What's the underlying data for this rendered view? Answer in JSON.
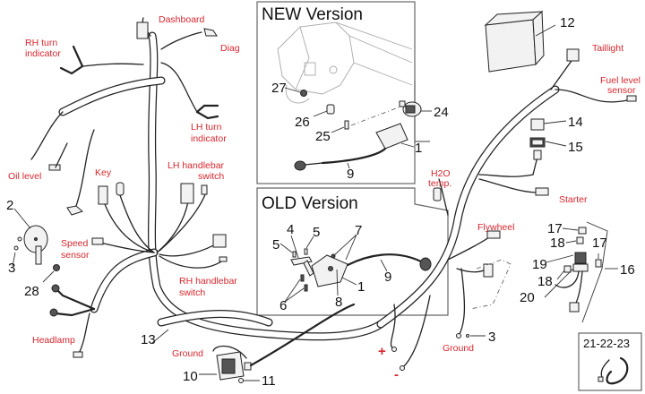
{
  "diagram": {
    "title": "Wiring harness exploded parts diagram",
    "insets": {
      "new_version": {
        "title": "NEW Version",
        "part_numbers": [
          "27",
          "26",
          "25",
          "24",
          "1",
          "9"
        ]
      },
      "old_version": {
        "title": "OLD Version",
        "part_numbers": [
          "4",
          "5",
          "5",
          "7",
          "6",
          "8",
          "1",
          "9"
        ]
      }
    },
    "connector_labels": [
      {
        "id": "dashboard",
        "text": "Dashboard"
      },
      {
        "id": "diag",
        "text": "Diag"
      },
      {
        "id": "rh-turn-indicator",
        "lines": [
          "RH turn",
          "indicator"
        ]
      },
      {
        "id": "lh-turn-indicator",
        "lines": [
          "LH turn",
          "indicator"
        ]
      },
      {
        "id": "oil-level",
        "text": "Oil level"
      },
      {
        "id": "key",
        "text": "Key"
      },
      {
        "id": "lh-handlebar-switch",
        "lines": [
          "LH handlebar",
          "switch"
        ]
      },
      {
        "id": "speed-sensor",
        "lines": [
          "Speed",
          "sensor"
        ]
      },
      {
        "id": "rh-handlebar-switch",
        "lines": [
          "RH handlebar",
          "switch"
        ]
      },
      {
        "id": "headlamp",
        "text": "Headlamp"
      },
      {
        "id": "ground-left",
        "text": "Ground"
      },
      {
        "id": "ground-right",
        "text": "Ground"
      },
      {
        "id": "taillight",
        "text": "Taillight"
      },
      {
        "id": "fuel-level-sensor",
        "lines": [
          "Fuel level",
          "sensor"
        ]
      },
      {
        "id": "starter",
        "text": "Starter"
      },
      {
        "id": "h2o-temp",
        "lines": [
          "H2O",
          "temp."
        ]
      },
      {
        "id": "flywheel",
        "text": "Flywheel"
      },
      {
        "id": "battery-plus",
        "text": "+"
      },
      {
        "id": "battery-minus",
        "text": "-"
      }
    ],
    "part_numbers": {
      "horn": "2",
      "horn_screw": "3",
      "horn_nut": "28",
      "main_harness": "13",
      "regulator": "10",
      "regulator_screw": "11",
      "battery": "12",
      "relay_14": "14",
      "relay_15": "15",
      "ground_screw": "3",
      "fuse_box_kit": "16",
      "fuse_17a": "17",
      "fuse_17b": "17",
      "fuse_18a": "18",
      "fuse_18b": "18",
      "fuse_holder": "19",
      "fuse_cable": "20",
      "clamp_kit": "21-22-23"
    }
  }
}
